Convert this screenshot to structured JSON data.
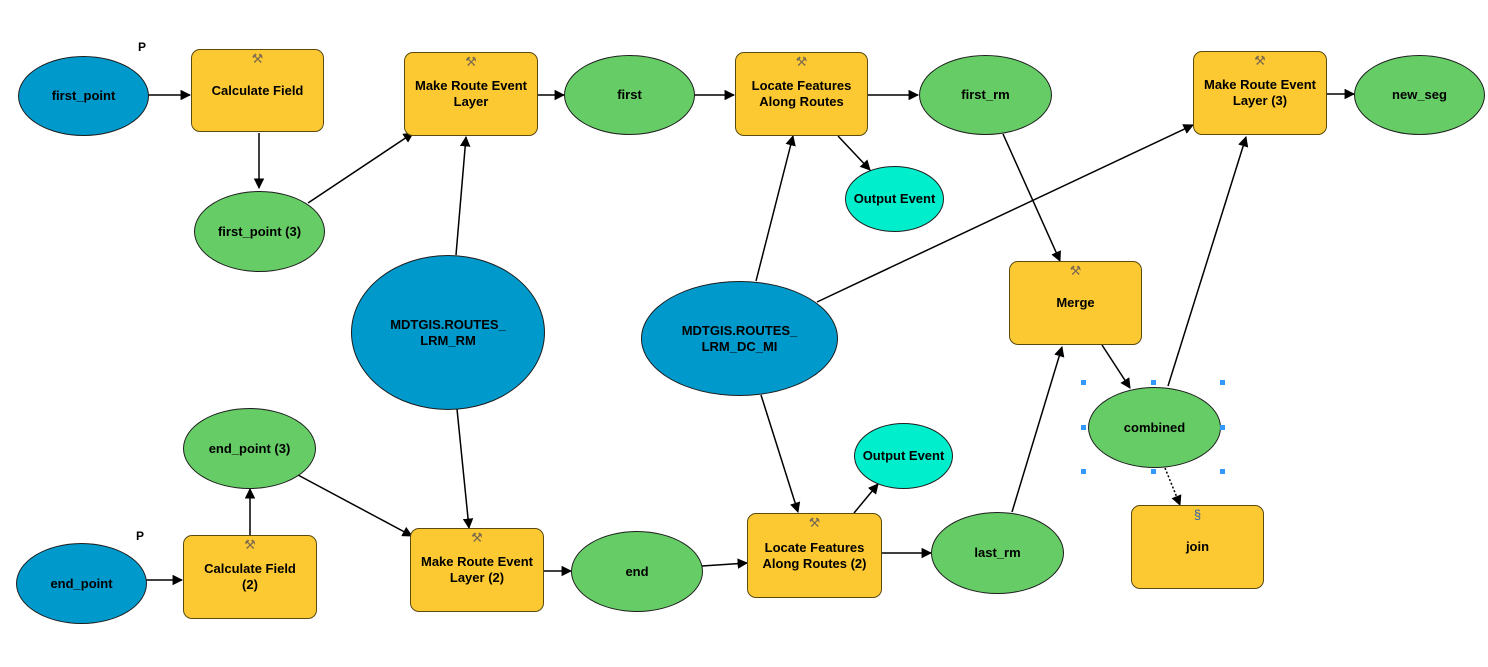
{
  "nodes": {
    "first_point": "first_point",
    "calculate_field": "Calculate Field",
    "make_route_event_layer": "Make Route Event Layer",
    "first": "first",
    "locate_features": "Locate Features Along Routes",
    "first_rm": "first_rm",
    "make_route_event_layer_3": "Make Route Event Layer (3)",
    "new_seg": "new_seg",
    "first_point_3": "first_point (3)",
    "output_event_1": "Output Event",
    "routes_rm": "MDTGIS.ROUTES_ LRM_RM",
    "routes_dc_mi": "MDTGIS.ROUTES_ LRM_DC_MI",
    "merge": "Merge",
    "combined": "combined",
    "end_point_3": "end_point (3)",
    "output_event_2": "Output Event",
    "end_point": "end_point",
    "calculate_field_2": "Calculate Field (2)",
    "make_route_event_layer_2": "Make Route Event Layer (2)",
    "end": "end",
    "locate_features_2": "Locate Features Along Routes (2)",
    "last_rm": "last_rm",
    "join": "join"
  },
  "params": {
    "p1": "P",
    "p2": "P"
  },
  "icons": {
    "tool": "hammer-icon",
    "script": "script-icon"
  },
  "colors": {
    "input_data": "#0099cc",
    "derived_data": "#66cc66",
    "tool": "#fdc932",
    "output_event": "#00eecc",
    "selection": "#3399ff"
  }
}
